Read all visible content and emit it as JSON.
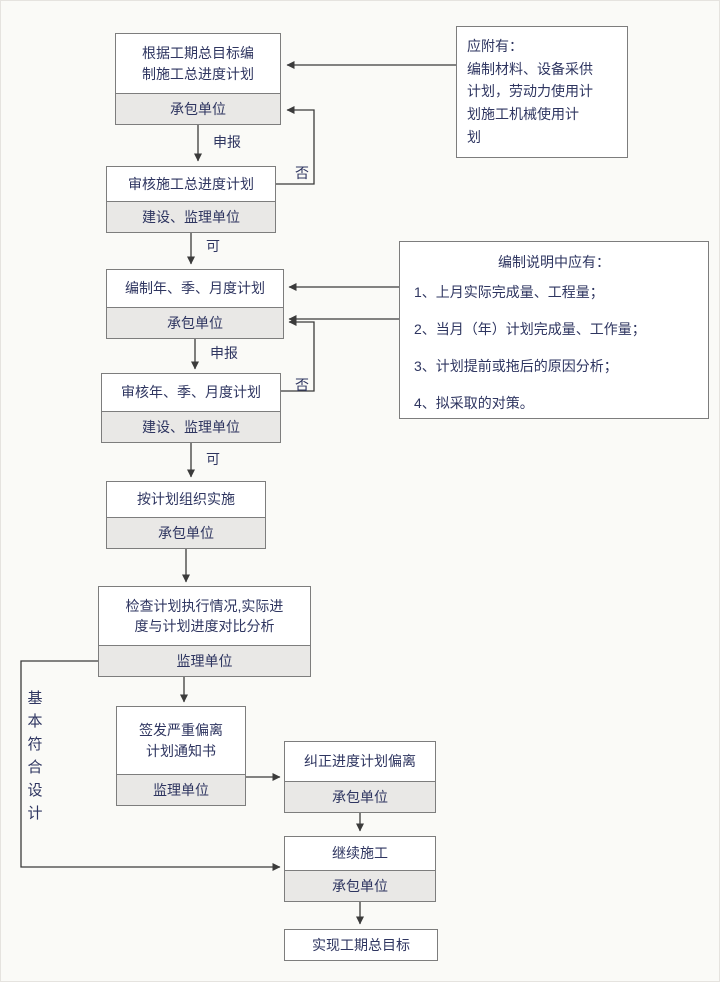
{
  "colors": {
    "ink": "#2e3560",
    "border": "#7d7d7d",
    "sub_fill": "#e9e8e6",
    "box_bg": "#ffffff",
    "line": "#3b3b3b",
    "page_bg": "#fafaf7"
  },
  "flow": {
    "node1": {
      "title": "根据工期总目标编\n制施工总进度计划",
      "unit": "承包单位"
    },
    "node2": {
      "title": "审核施工总进度计划",
      "unit": "建设、监理单位"
    },
    "node3": {
      "title": "编制年、季、月度计划",
      "unit": "承包单位"
    },
    "node4": {
      "title": "审核年、季、月度计划",
      "unit": "建设、监理单位"
    },
    "node5": {
      "title": "按计划组织实施",
      "unit": "承包单位"
    },
    "node6": {
      "title": "检查计划执行情况,实际进\n度与计划进度对比分析",
      "unit": "监理单位"
    },
    "node7": {
      "title": "签发严重偏离\n计划通知书",
      "unit": "监理单位"
    },
    "node8": {
      "title": "纠正进度计划偏离",
      "unit": "承包单位"
    },
    "node9": {
      "title": "继续施工",
      "unit": "承包单位"
    },
    "node10": {
      "title": "实现工期总目标"
    }
  },
  "notes": {
    "attachment": "应附有：\n编制材料、设备采供\n计划，劳动力使用计\n划施工机械使用计\n划",
    "explanation": {
      "title": "编制说明中应有：",
      "items": [
        "1、上月实际完成量、工程量；",
        "2、当月（年）计划完成量、工作量；",
        "3、计划提前或拖后的原因分析；",
        "4、拟采取的对策。"
      ]
    }
  },
  "labels": {
    "declare1": "申报",
    "no1": "否",
    "yes1": "可",
    "declare2": "申报",
    "no2": "否",
    "yes2": "可",
    "side_vertical": "基\n本\n符\n合\n设\n计"
  }
}
